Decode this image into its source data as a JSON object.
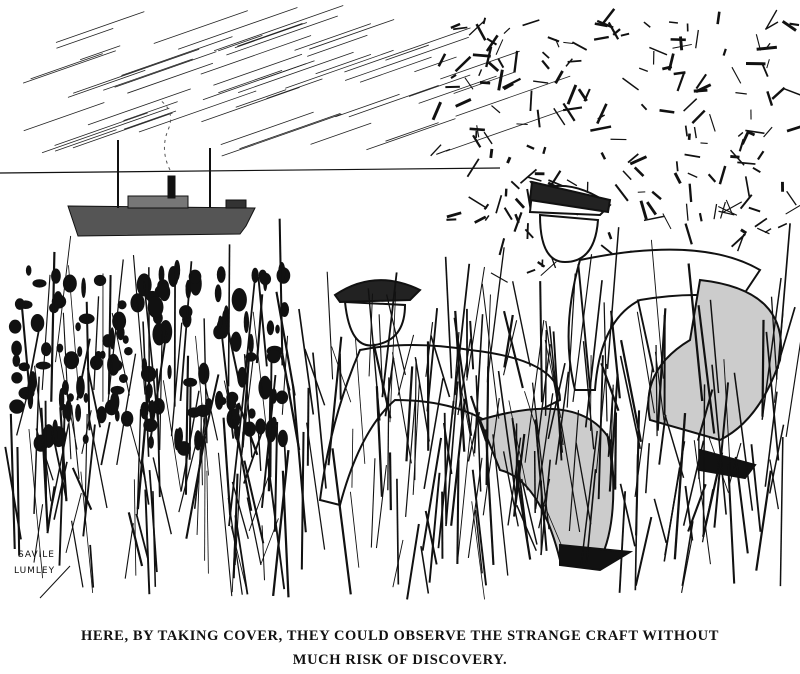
{
  "illustration": {
    "signature": "SAVILE LUMLEY"
  },
  "caption": {
    "line1": "HERE, BY TAKING COVER, THEY COULD OBSERVE THE STRANGE CRAFT WITHOUT",
    "line2": "MUCH RISK OF DISCOVERY."
  },
  "colors": {
    "ink": "#111111",
    "paper": "#ffffff"
  }
}
